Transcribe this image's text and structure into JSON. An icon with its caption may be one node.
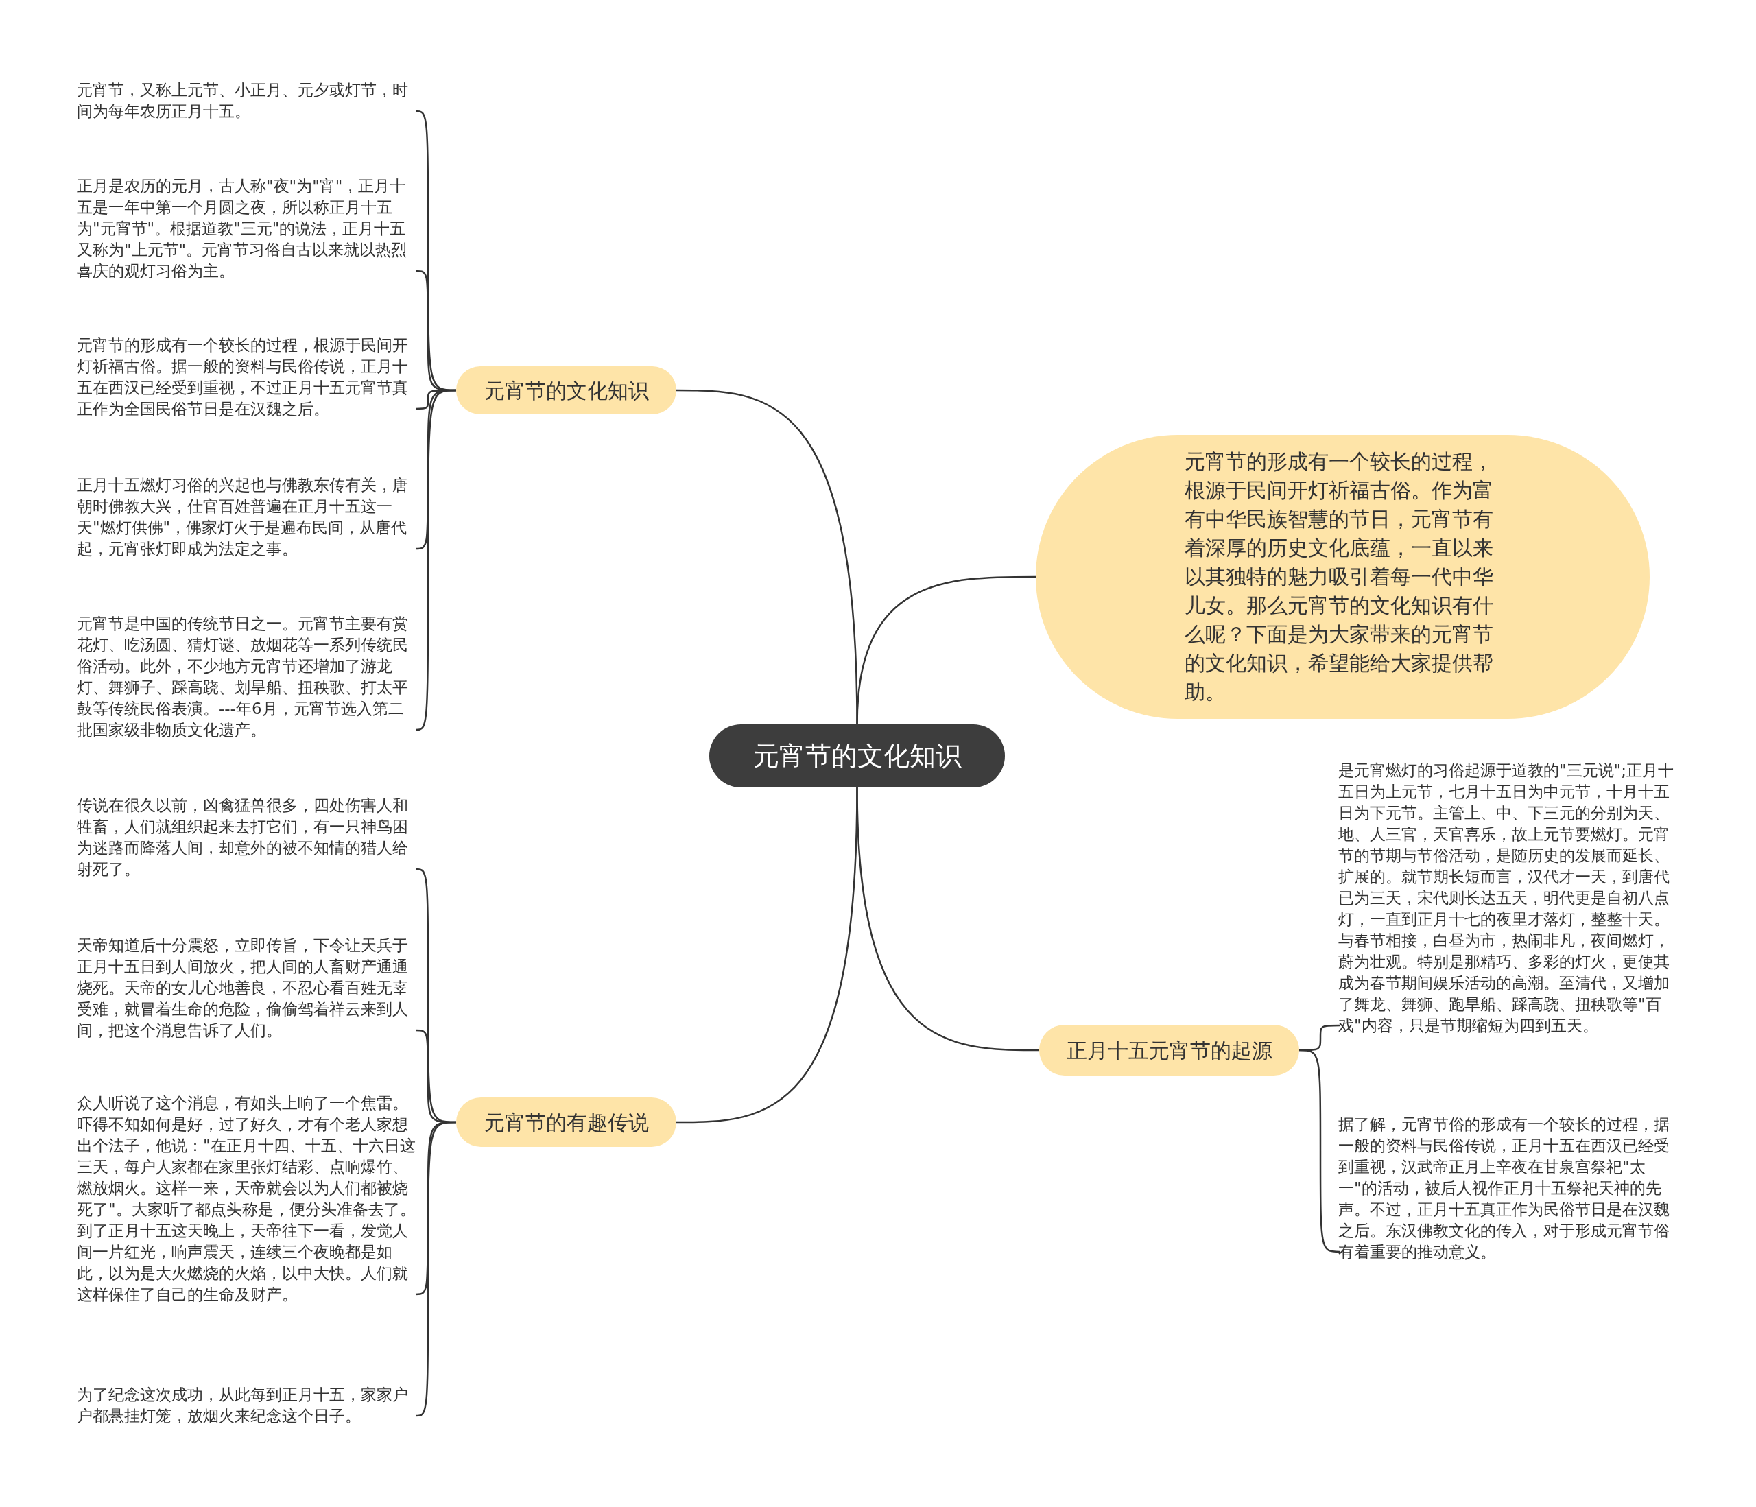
{
  "diagram": {
    "nodes": [
      {
        "text": [
          "元宵节的文化知识"
        ]
      },
      {
        "text": [
          "元宵节的文化知识"
        ]
      },
      {
        "text": [
          "元宵节，又称上元节、小正月、元夕或灯节，时间为每年农历正月十五。"
        ]
      },
      {
        "text": [
          "正月是农历的元月，古人称\"夜\"为\"宵\"，正月十五是一年中第一个月圆之夜，所以称正月十五为\"元宵节\"。根据道教\"三元\"的说法，正月十五又称为\"上元节\"。元宵节习俗自古以来就以热烈喜庆的观灯习俗为主。"
        ]
      },
      {
        "text": [
          "元宵节的形成有一个较长的过程，根源于民间开灯祈福古俗。据一般的资料与民俗传说，正月十五在西汉已经受到重视，不过正月十五元宵节真正作为全国民俗节日是在汉魏之后。"
        ]
      },
      {
        "text": [
          "正月十五燃灯习俗的兴起也与佛教东传有关，唐朝时佛教大兴，仕官百姓普遍在正月十五这一天\"燃灯供佛\"，佛家灯火于是遍布民间，从唐代起，元宵张灯即成为法定之事。"
        ]
      },
      {
        "text": [
          "元宵节是中国的传统节日之一。元宵节主要有赏花灯、吃汤圆、猜灯谜、放烟花等一系列传统民俗活动。此外，不少地方元宵节还增加了游龙灯、舞狮子、踩高跷、划旱船、扭秧歌、打太平鼓等传统民俗表演。---年6月，元宵节选入第二批国家级非物质文化遗产。"
        ]
      },
      {
        "text": [
          "元宵节的形成有一个较长的过程，根源于民间开灯祈福古俗。作为富有中华民族智慧的节日，元宵节有着深厚的历史文化底蕴，一直以来以其独特的魅力吸引着每一代中华儿女。那么元宵节的文化知识有什么呢？下面是为大家带来的元宵节的文化知识，希望能给大家提供帮助。"
        ]
      },
      {
        "text": [
          "正月十五元宵节的起源"
        ]
      },
      {
        "text": [
          "是元宵燃灯的习俗起源于道教的\"三元说\";正月十五日为上元节，七月十五日为中元节，十月十五日为下元节。主管上、中、下三元的分别为天、地、人三官，天官喜乐，故上元节要燃灯。元宵节的节期与节俗活动，是随历史的发展而延长、扩展的。就节期长短而言，汉代才一天，到唐代已为三天，宋代则长达五天，明代更是自初八点灯，一直到正月十七的夜里才落灯，整整十天。与春节相接，白昼为市，热闹非凡，夜间燃灯，蔚为壮观。特别是那精巧、多彩的灯火，更使其成为春节期间娱乐活动的高潮。至清代，又增加了舞龙、舞狮、跑旱船、踩高跷、扭秧歌等\"百戏\"内容，只是节期缩短为四到五天。"
        ]
      },
      {
        "text": [
          "据了解，元宵节俗的形成有一个较长的过程，据一般的资料与民俗传说，正月十五在西汉已经受到重视，汉武帝正月上辛夜在甘泉宫祭祀\"太一\"的活动，被后人视作正月十五祭祀天神的先声。不过，正月十五真正作为民俗节日是在汉魏之后。东汉佛教文化的传入，对于形成元宵节俗有着重要的推动意义。"
        ]
      },
      {
        "text": [
          "元宵节的有趣传说"
        ]
      },
      {
        "text": [
          "传说在很久以前，凶禽猛兽很多，四处伤害人和牲畜，人们就组织起来去打它们，有一只神鸟困为迷路而降落人间，却意外的被不知情的猎人给射死了。"
        ]
      },
      {
        "text": [
          "天帝知道后十分震怒，立即传旨，下令让天兵于正月十五日到人间放火，把人间的人畜财产通通烧死。天帝的女儿心地善良，不忍心看百姓无辜受难，就冒着生命的危险，偷偷驾着祥云来到人间，把这个消息告诉了人们。"
        ]
      },
      {
        "text": [
          "众人听说了这个消息，有如头上响了一个焦雷。吓得不知如何是好，过了好久，才有个老人家想出个法子，他说：\"在正月十四、十五、十六日这三天，每户人家都在家里张灯结彩、点响爆竹、燃放烟火。这样一来，天帝就会以为人们都被烧死了\"。大家听了都点头称是，便分头准备去了。到了正月十五这天晚上，天帝往下一看，发觉人间一片红光，响声震天，连续三个夜晚都是如此，以为是大火燃烧的火焰，以中大快。人们就这样保住了自己的生命及财产。"
        ]
      },
      {
        "text": [
          "为了纪念这次成功，从此每到正月十五，家家户户都悬挂灯笼，放烟火来纪念这个日子。"
        ]
      }
    ],
    "edges": [
      {
        "from": 0,
        "to": 1,
        "arrow": "none"
      },
      {
        "from": 1,
        "to": 2,
        "arrow": "none"
      },
      {
        "from": 1,
        "to": 3,
        "arrow": "none"
      },
      {
        "from": 1,
        "to": 4,
        "arrow": "none"
      },
      {
        "from": 1,
        "to": 5,
        "arrow": "none"
      },
      {
        "from": 1,
        "to": 6,
        "arrow": "none"
      },
      {
        "from": 0,
        "to": 7,
        "arrow": "none"
      },
      {
        "from": 0,
        "to": 8,
        "arrow": "none"
      },
      {
        "from": 8,
        "to": 9,
        "arrow": "none"
      },
      {
        "from": 8,
        "to": 10,
        "arrow": "none"
      },
      {
        "from": 0,
        "to": 11,
        "arrow": "none"
      },
      {
        "from": 11,
        "to": 12,
        "arrow": "none"
      },
      {
        "from": 11,
        "to": 13,
        "arrow": "none"
      },
      {
        "from": 11,
        "to": 14,
        "arrow": "none"
      },
      {
        "from": 11,
        "to": 15,
        "arrow": "none"
      }
    ]
  }
}
